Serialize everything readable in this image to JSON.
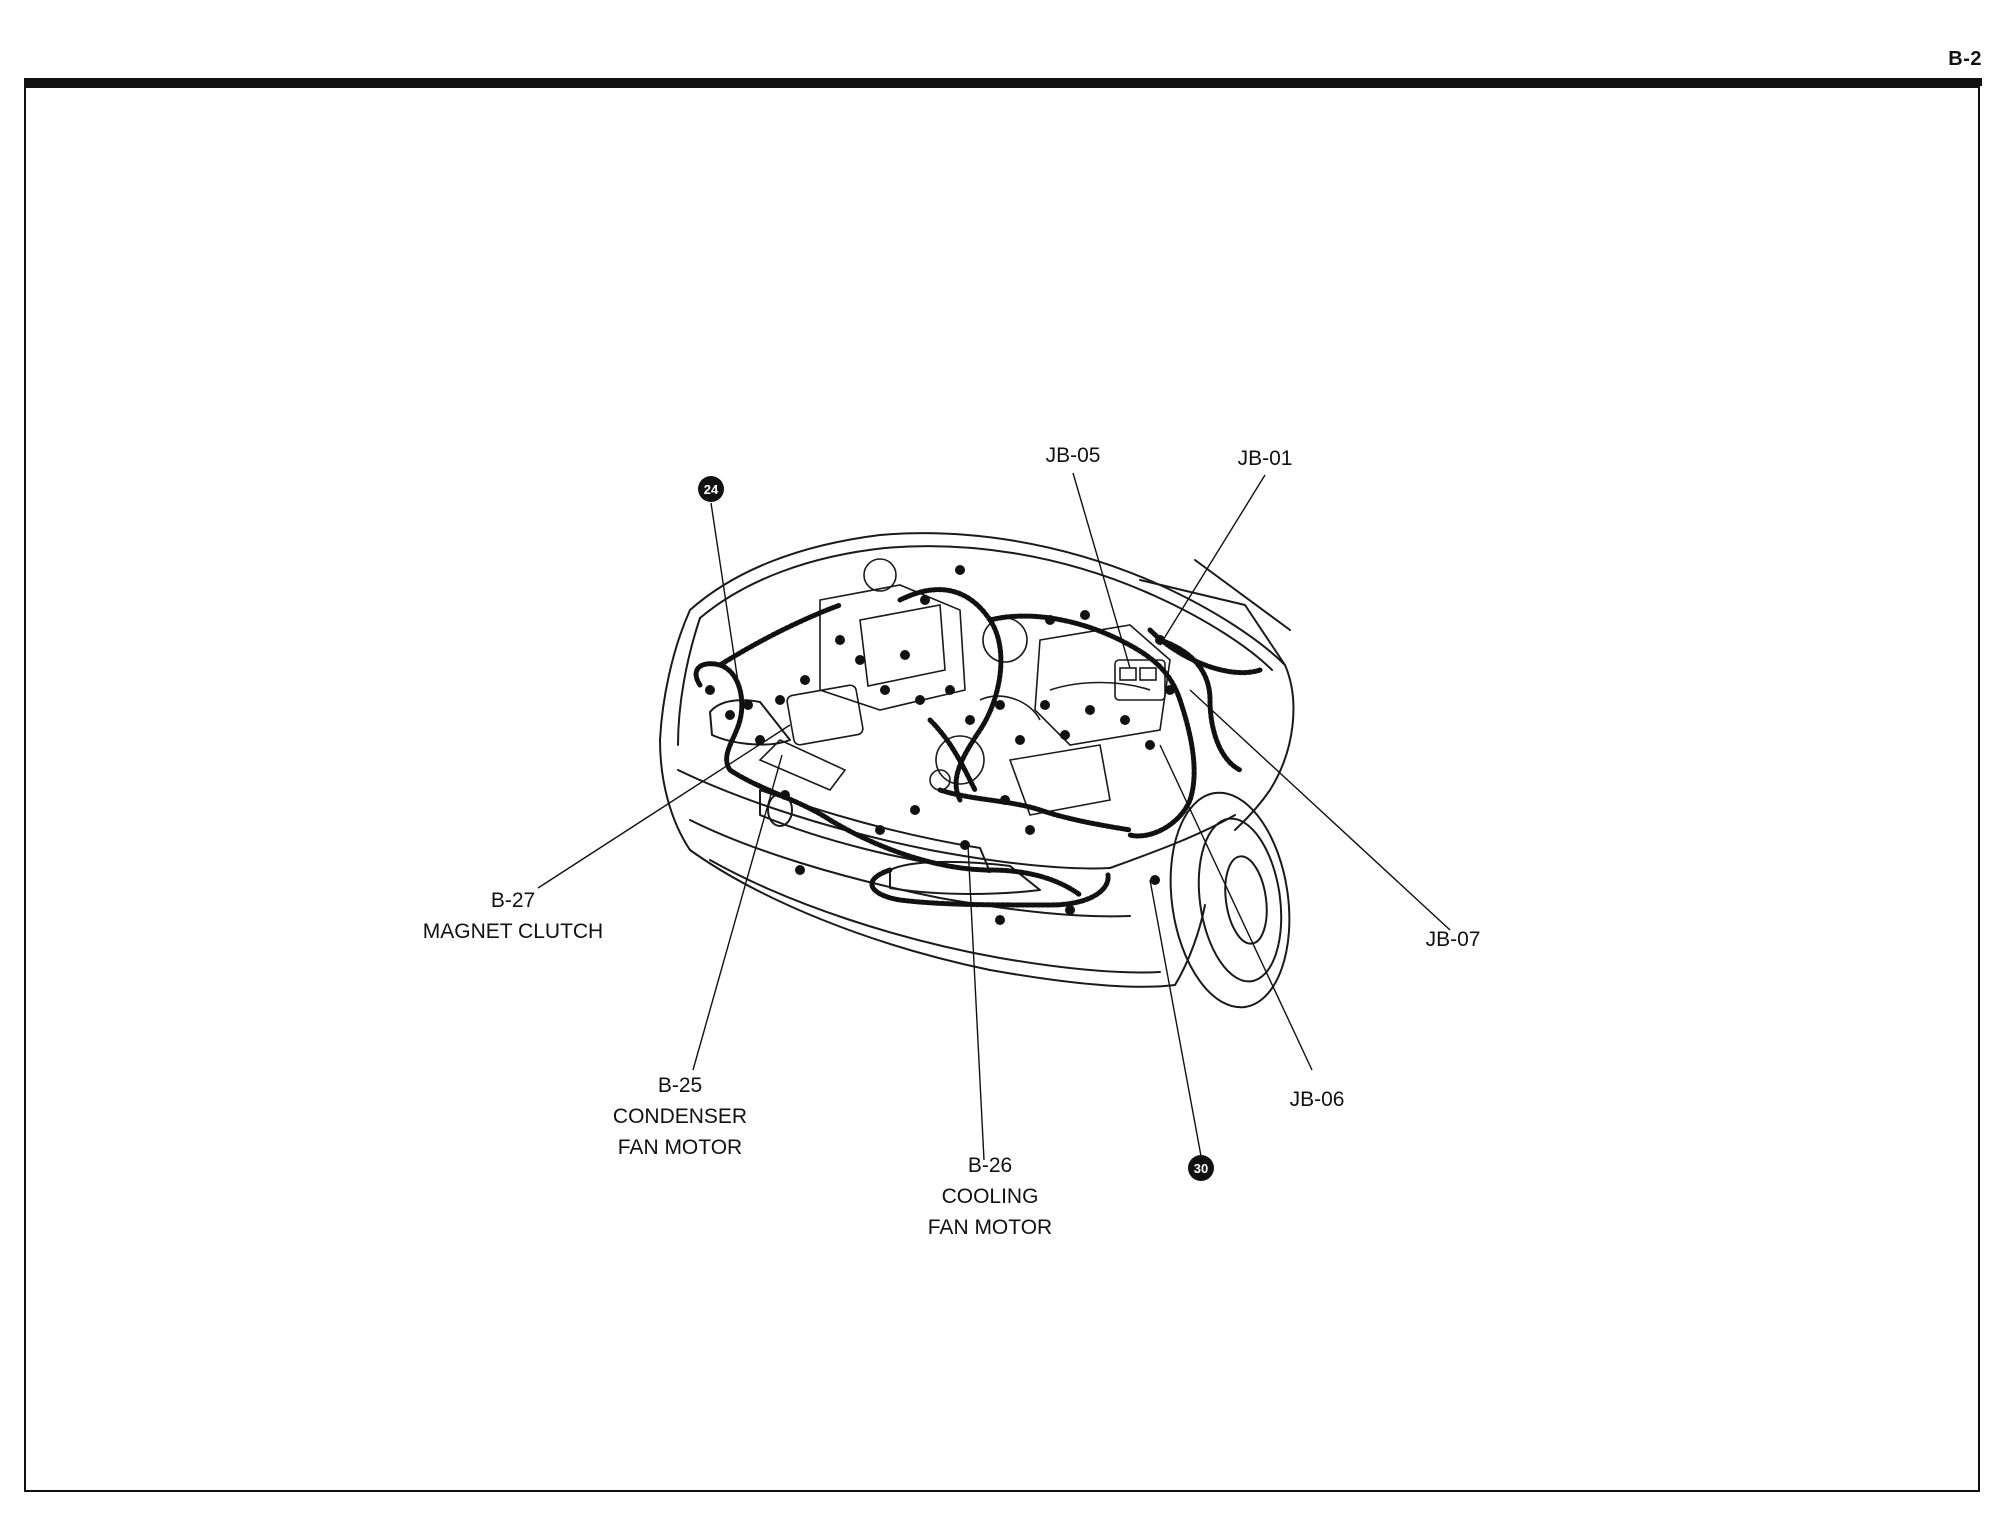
{
  "page": {
    "number": "B-2"
  },
  "connectors": {
    "jb05": {
      "code": "JB-05"
    },
    "jb01": {
      "code": "JB-01"
    },
    "jb07": {
      "code": "JB-07"
    },
    "jb06": {
      "code": "JB-06"
    },
    "b27": {
      "code": "B-27",
      "name": "MAGNET CLUTCH"
    },
    "b25": {
      "code": "B-25",
      "name_line1": "CONDENSER",
      "name_line2": "FAN MOTOR"
    },
    "b26": {
      "code": "B-26",
      "name_line1": "COOLING",
      "name_line2": "FAN MOTOR"
    }
  },
  "ground_points": {
    "g24": {
      "number": "24"
    },
    "g30": {
      "number": "30"
    }
  },
  "colors": {
    "ink": "#111111",
    "paper": "#ffffff"
  }
}
